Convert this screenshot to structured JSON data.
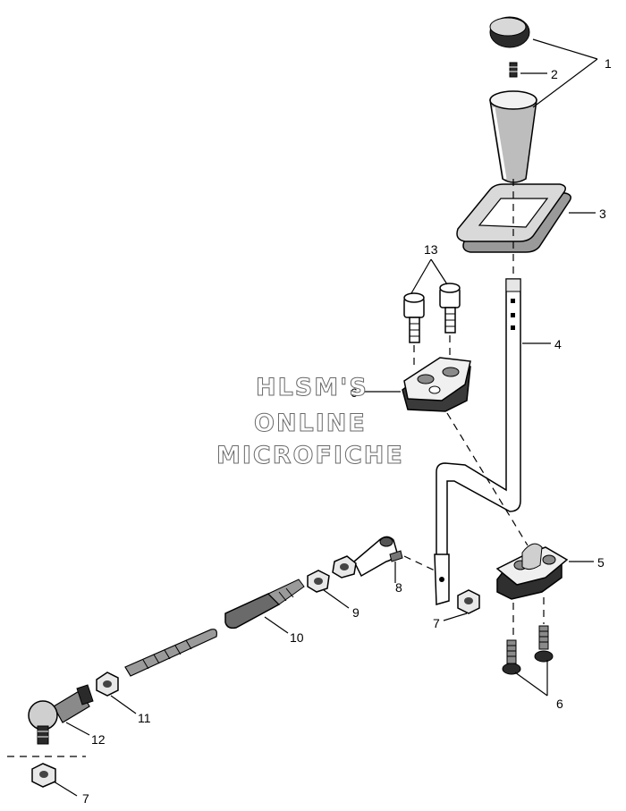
{
  "watermark": {
    "line1": "HLSM'S",
    "line2": "ONLINE",
    "line3": "MICROFICHE"
  },
  "callouts": [
    {
      "id": "1",
      "label": "1"
    },
    {
      "id": "2",
      "label": "2"
    },
    {
      "id": "3",
      "label": "3"
    },
    {
      "id": "4",
      "label": "4"
    },
    {
      "id": "5",
      "label": "5"
    },
    {
      "id": "6a",
      "label": "6"
    },
    {
      "id": "6b",
      "label": "6"
    },
    {
      "id": "7a",
      "label": "7"
    },
    {
      "id": "7b",
      "label": "7"
    },
    {
      "id": "8",
      "label": "8"
    },
    {
      "id": "9",
      "label": "9"
    },
    {
      "id": "10",
      "label": "10"
    },
    {
      "id": "11",
      "label": "11"
    },
    {
      "id": "12",
      "label": "12"
    },
    {
      "id": "13",
      "label": "13"
    }
  ]
}
